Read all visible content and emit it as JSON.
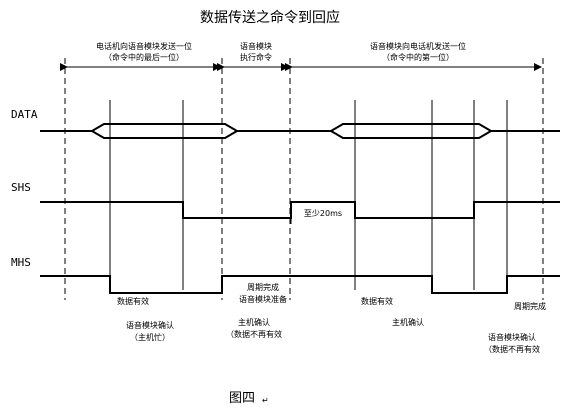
{
  "title": "数据传送之命令到回应",
  "caption": "图四",
  "caption_mark": "↵",
  "phases": {
    "p1_line1": "电话机向语音模块发送一位",
    "p1_line2": "（命令中的最后一位）",
    "p2_line1": "语音模块",
    "p2_line2": "执行命令",
    "p3_line1": "语音模块向电话机发送一位",
    "p3_line2": "（命令中的第一位）"
  },
  "signals": {
    "data": "DATA",
    "shs": "SHS",
    "mhs": "MHS"
  },
  "notes": {
    "min_time": "至少20ms",
    "data_valid_1": "数据有效",
    "ack_busy_1": "语音模块确认",
    "ack_busy_2": "（主机忙）",
    "cycle_done_1": "周期完成",
    "cycle_done_2": "语音模块准备",
    "host_ack_invalid_1": "主机确认",
    "host_ack_invalid_2": "（数据不再有效",
    "data_valid_2": "数据有效",
    "host_ack": "主机确认",
    "cycle_done": "周期完成",
    "module_ack_invalid_1": "语音模块确认",
    "module_ack_invalid_2": "（数据不再有效"
  }
}
